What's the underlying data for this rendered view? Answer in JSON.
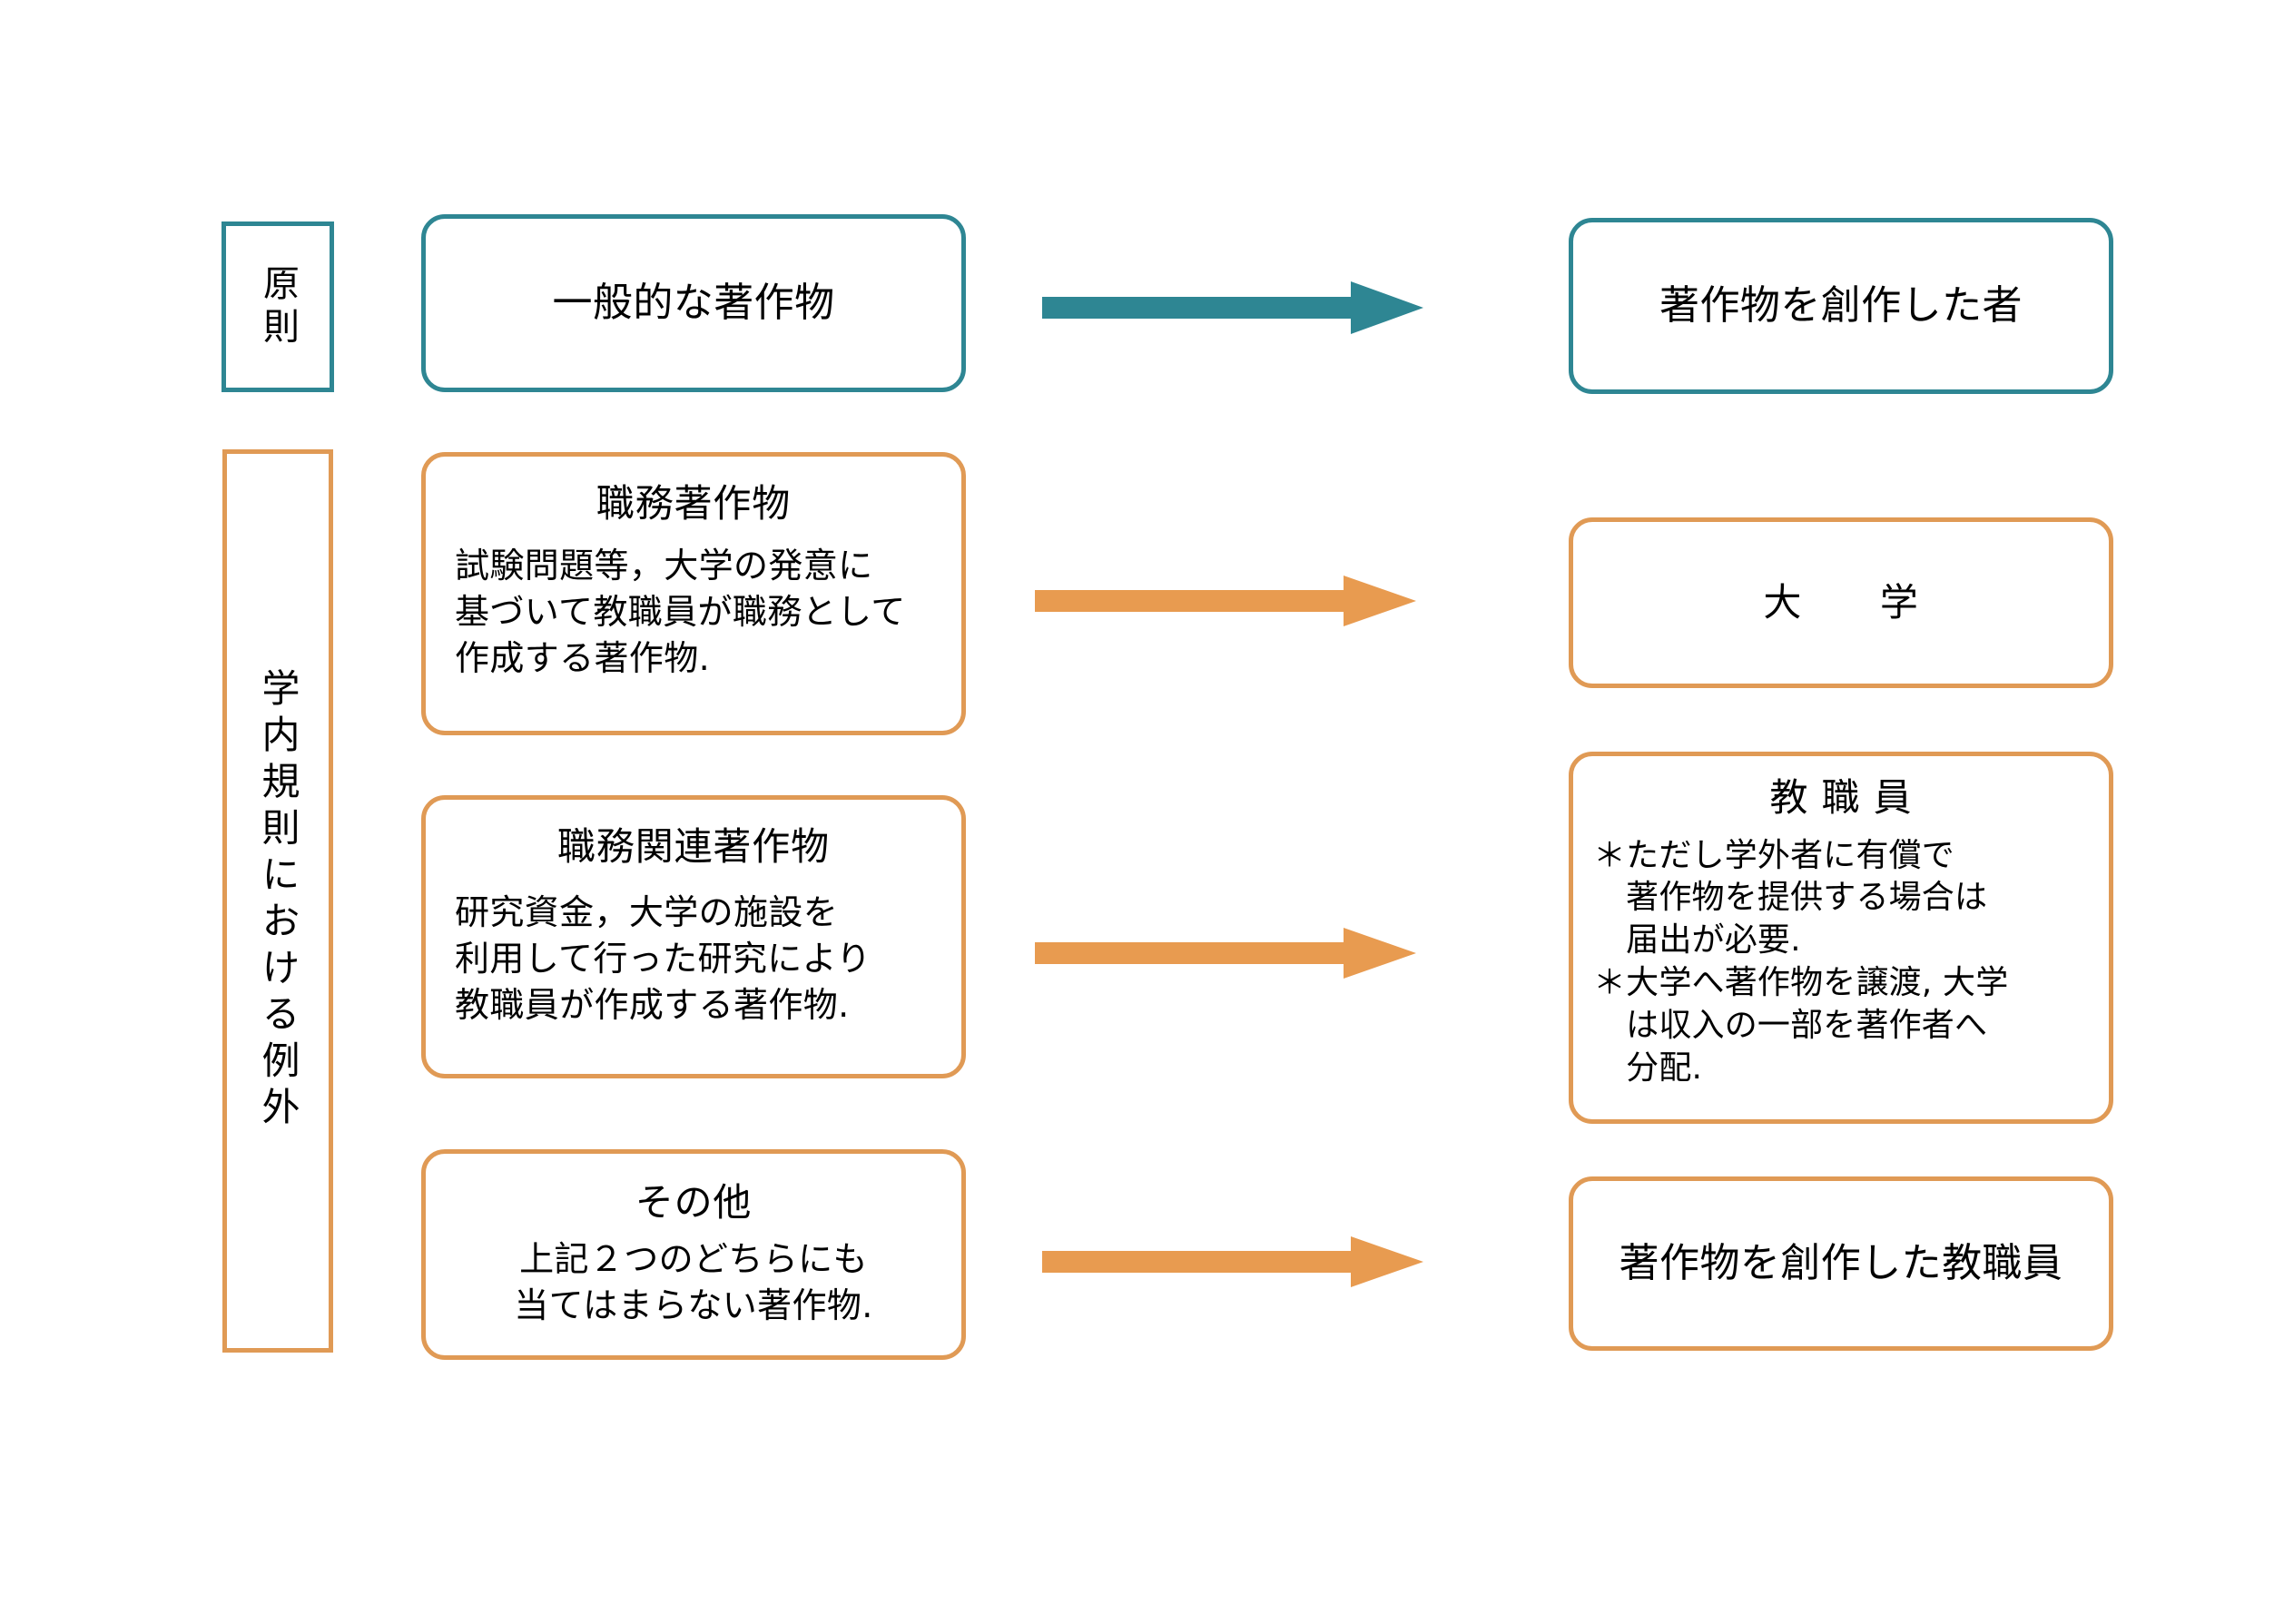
{
  "colors": {
    "teal": "#2E8693",
    "orange": "#E09A55",
    "arrow_orange": "#E89B50",
    "arrow_teal": "#2E8693",
    "background": "#FFFFFF",
    "text": "#000000"
  },
  "categories": {
    "principle": "原則",
    "exception": "学内規則における例外"
  },
  "rows": [
    {
      "id": "general-work",
      "category": "原則",
      "source": {
        "title": "一般的な著作物",
        "body": ""
      },
      "arrow": "arrow-right",
      "owner": {
        "title": "著作物を創作した者",
        "notes": []
      }
    },
    {
      "id": "work-for-hire",
      "category": "学内規則における例外",
      "source": {
        "title": "職務著作物",
        "body": "試験問題等，大学の発意に\n基づいて教職員が職務として\n作成する著作物."
      },
      "arrow": "arrow-right",
      "owner": {
        "title": "大　　学",
        "notes": []
      }
    },
    {
      "id": "work-related",
      "category": "学内規則における例外",
      "source": {
        "title": "職務関連著作物",
        "body": "研究資金，大学の施設を\n利用して行った研究により\n教職員が作成する著作物."
      },
      "arrow": "arrow-right",
      "owner": {
        "title": "教 職 員",
        "notes": [
          "＊ただし学外者に有償で\n　著作物を提供する場合は\n　届出が必要.",
          "＊大学へ著作物を譲渡, 大学\n　は収入の一部を著作者へ\n　分配."
        ]
      }
    },
    {
      "id": "other",
      "category": "学内規則における例外",
      "source": {
        "title": "その他",
        "body": "上記２つのどちらにも\n当てはまらない著作物."
      },
      "arrow": "arrow-right",
      "owner": {
        "title": "著作物を創作した教職員",
        "notes": []
      }
    }
  ]
}
